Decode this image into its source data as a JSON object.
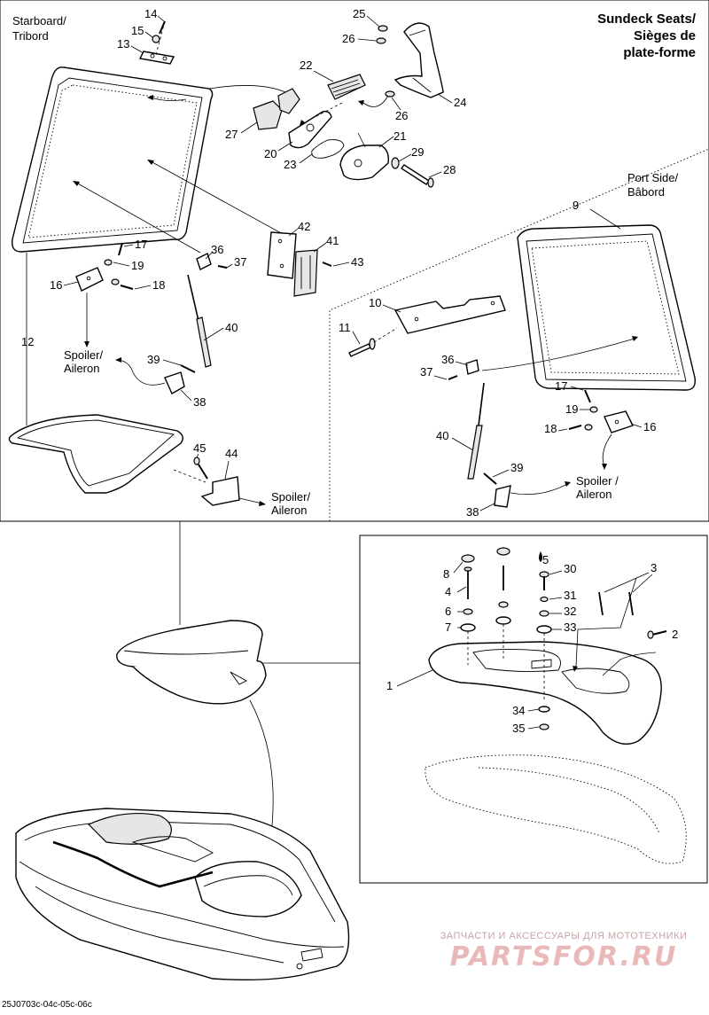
{
  "title": {
    "line1": "Sundeck Seats/",
    "line2": "Sièges de",
    "line3": "plate-forme"
  },
  "sides": {
    "starboard": {
      "line1": "Starboard/",
      "line2": "Tribord"
    },
    "port": {
      "line1": "Port Side/",
      "line2": "Bâbord"
    }
  },
  "callouts": {
    "spoiler": {
      "line1": "Spoiler/",
      "line2": "Aileron"
    },
    "spoiler_alt": {
      "line1": "Spoiler /",
      "line2": "Aileron"
    }
  },
  "part_numbers": {
    "p1": "1",
    "p2": "2",
    "p3": "3",
    "p4": "4",
    "p5": "5",
    "p6": "6",
    "p7": "7",
    "p8": "8",
    "p9": "9",
    "p10": "10",
    "p11": "11",
    "p12": "12",
    "p13": "13",
    "p14": "14",
    "p15": "15",
    "p16": "16",
    "p17": "17",
    "p18": "18",
    "p19": "19",
    "p20": "20",
    "p21": "21",
    "p22": "22",
    "p23": "23",
    "p24": "24",
    "p25": "25",
    "p26": "26",
    "p27": "27",
    "p28": "28",
    "p29": "29",
    "p30": "30",
    "p31": "31",
    "p32": "32",
    "p33": "33",
    "p34": "34",
    "p35": "35",
    "p36": "36",
    "p37": "37",
    "p38": "38",
    "p39": "39",
    "p40": "40",
    "p41": "41",
    "p42": "42",
    "p43": "43",
    "p44": "44",
    "p45": "45"
  },
  "watermark": {
    "top": "ЗАПЧАСТИ И АКСЕССУАРЫ ДЛЯ МОТОТЕХНИКИ",
    "logo": "PARTSFOR.RU"
  },
  "reference": "25J0703c-04c-05c-06c"
}
